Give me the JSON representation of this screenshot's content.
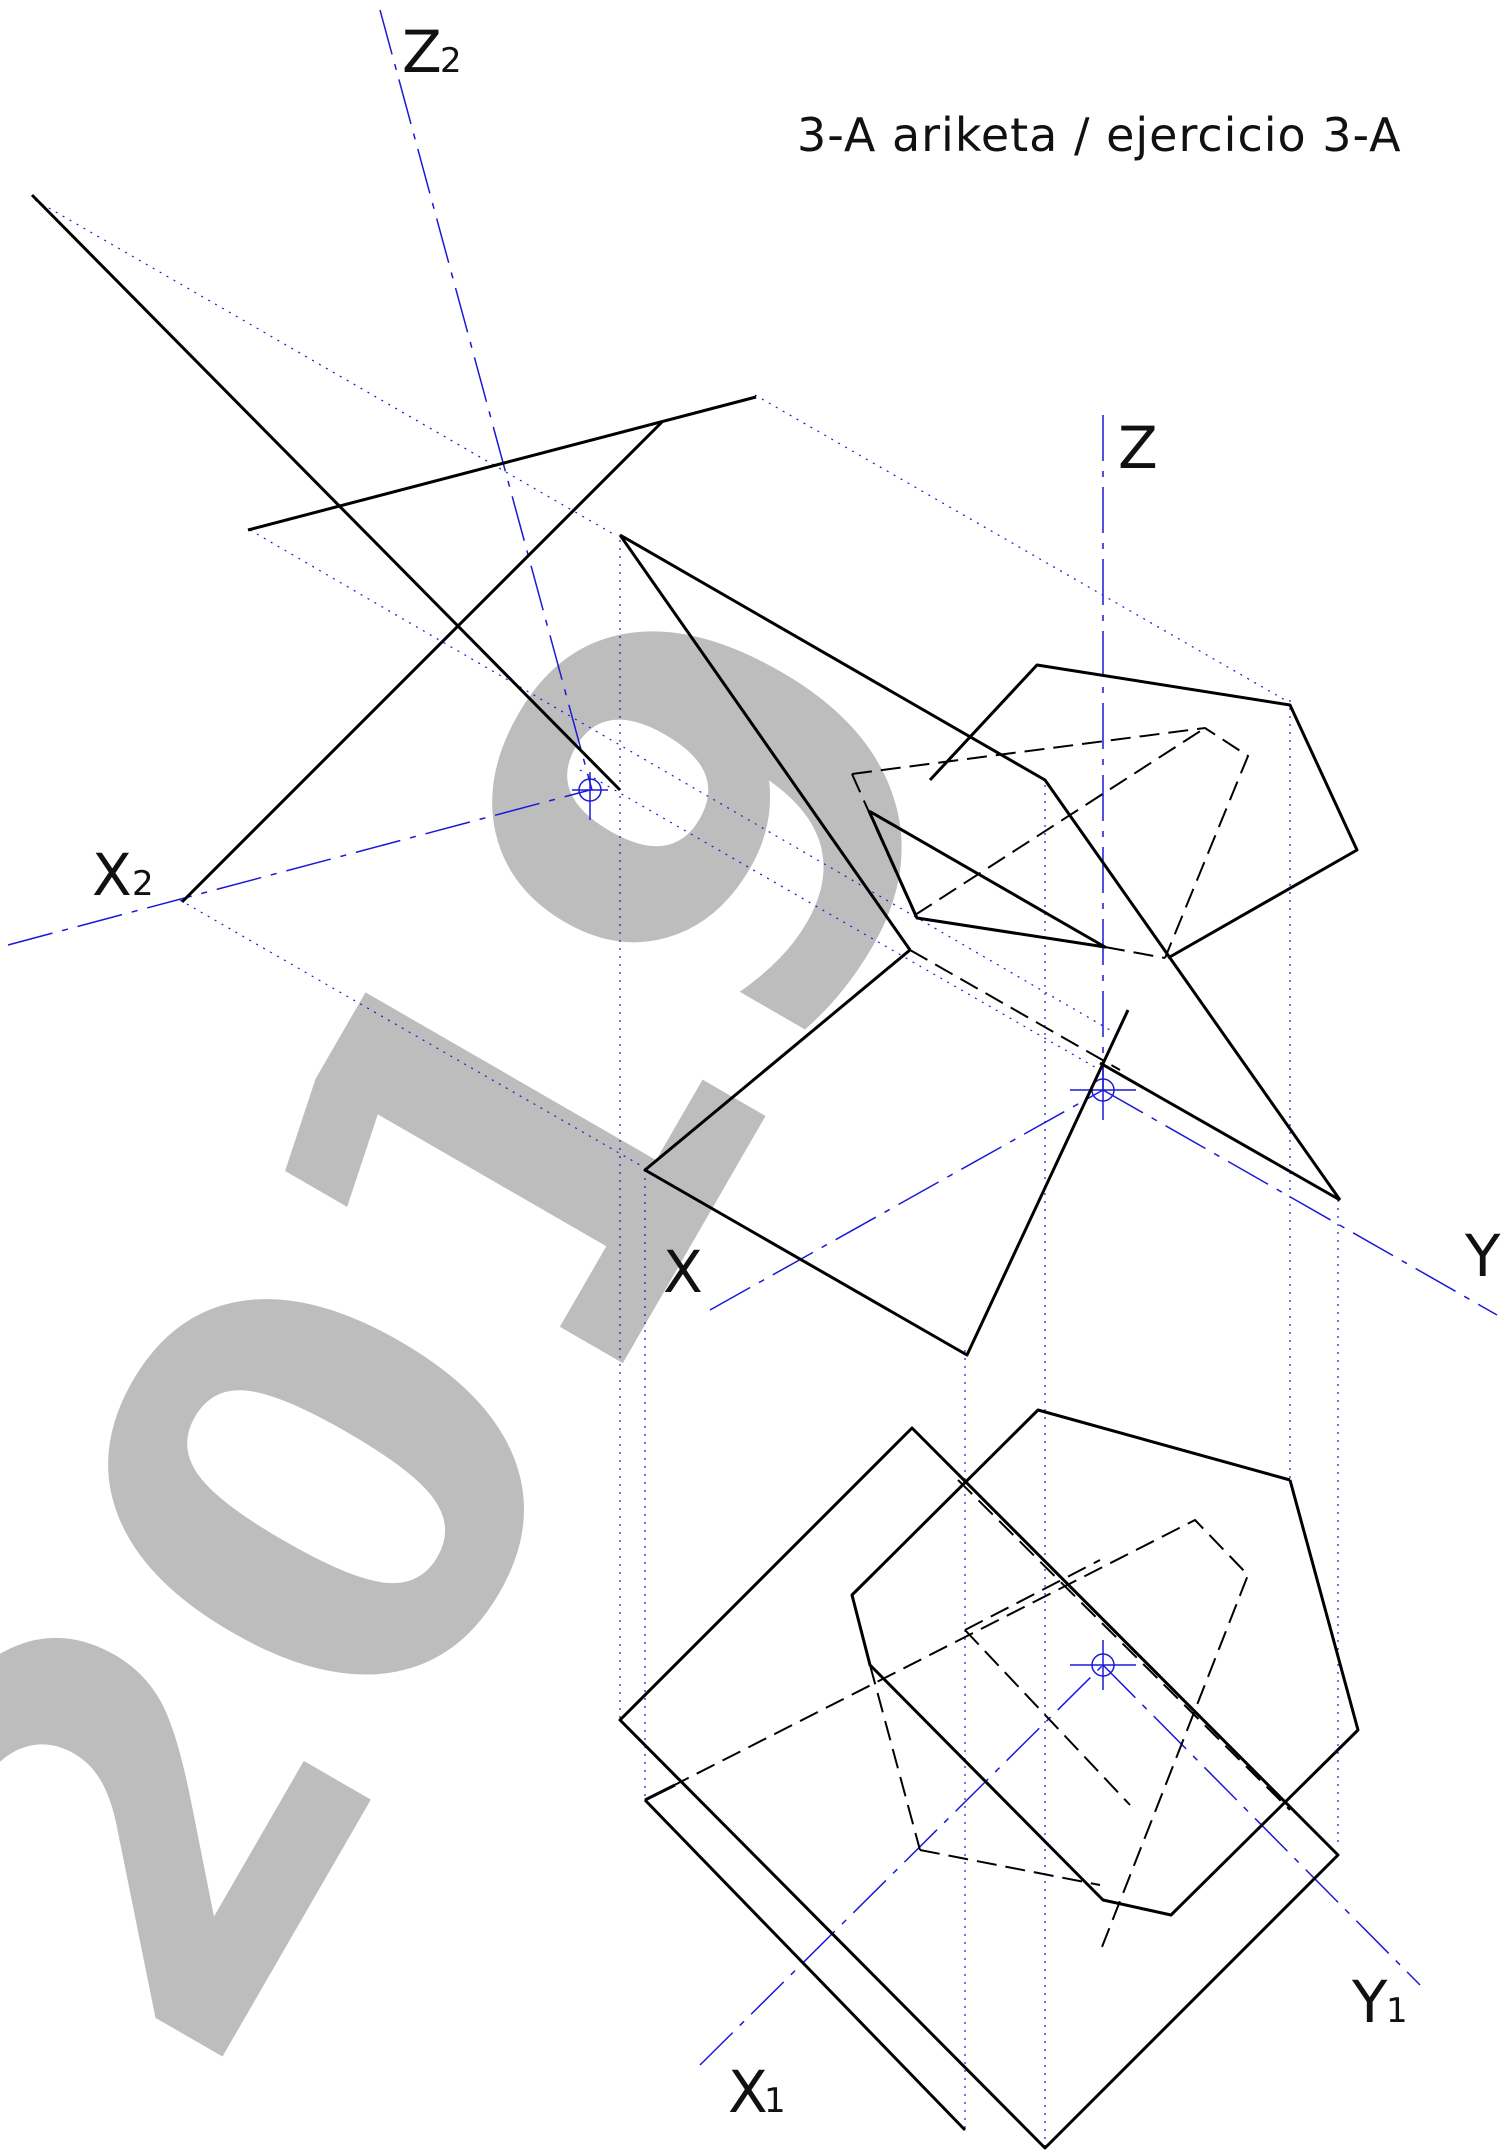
{
  "title": "3-A ariketa / ejercicio 3-A",
  "watermark": "2019",
  "axis_labels": {
    "z2": "Z",
    "z2_sub": "2",
    "x2": "X",
    "x2_sub": "2",
    "z": "Z",
    "x": "X",
    "y": "Y",
    "x1": "X",
    "x1_sub": "1",
    "y1": "Y",
    "y1_sub": "1"
  },
  "colors": {
    "line": "#000000",
    "axis": "#1a1ad6",
    "watermark": "#bdbdbd",
    "text": "#111111"
  }
}
